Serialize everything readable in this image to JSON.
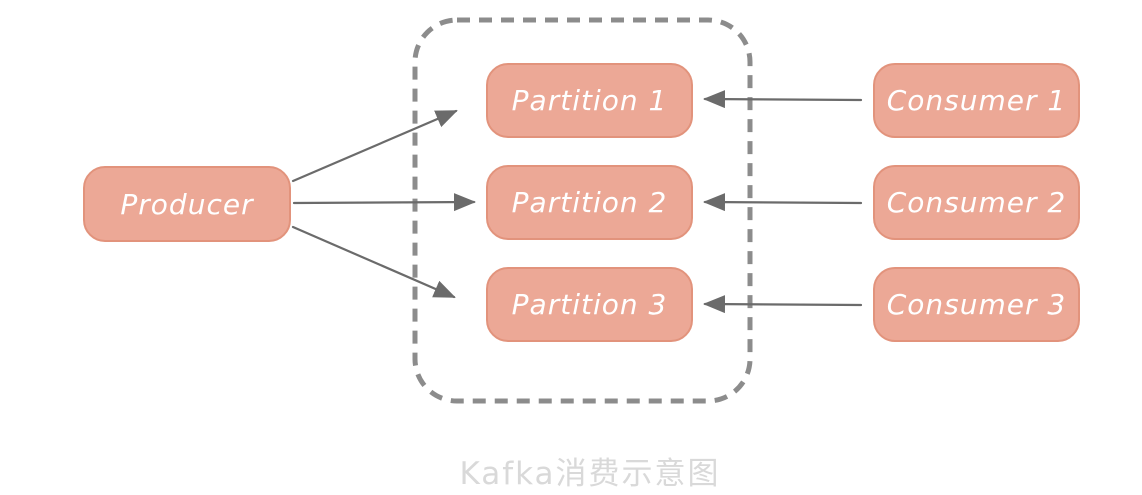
{
  "diagram": {
    "caption": "Kafka消费示意图",
    "producer": {
      "label": "Producer"
    },
    "partition_group": {
      "partitions": [
        {
          "label": "Partition 1"
        },
        {
          "label": "Partition 2"
        },
        {
          "label": "Partition 3"
        }
      ]
    },
    "consumers": [
      {
        "label": "Consumer 1"
      },
      {
        "label": "Consumer 2"
      },
      {
        "label": "Consumer 3"
      }
    ],
    "arrows": [
      {
        "from": "Producer",
        "to": "Partition 1"
      },
      {
        "from": "Producer",
        "to": "Partition 2"
      },
      {
        "from": "Producer",
        "to": "Partition 3"
      },
      {
        "from": "Consumer 1",
        "to": "Partition 1"
      },
      {
        "from": "Consumer 2",
        "to": "Partition 2"
      },
      {
        "from": "Consumer 3",
        "to": "Partition 3"
      }
    ],
    "colors": {
      "box_fill": "#ECA896",
      "box_border": "#E2937C",
      "label_text": "#FFFFFF",
      "arrow": "#6B6B6B",
      "dashed_border": "#8C8C8C",
      "caption_text": "#D9D9D9",
      "background": "#FFFFFF"
    }
  }
}
